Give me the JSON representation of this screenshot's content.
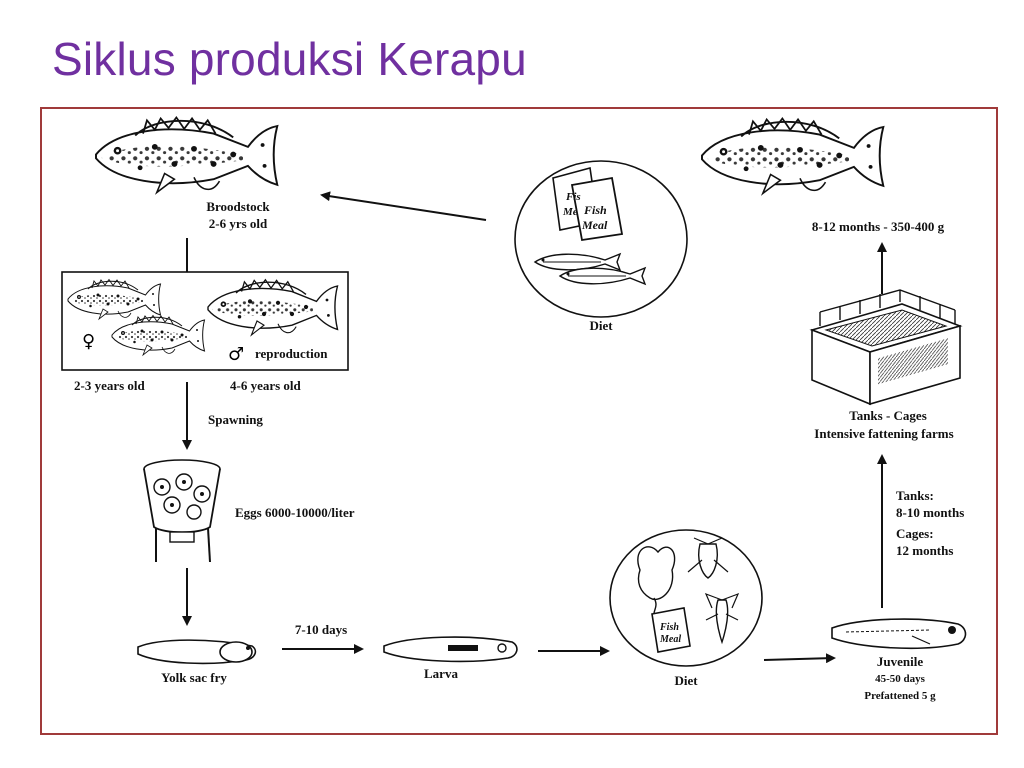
{
  "slide": {
    "title": "Siklus produksi Kerapu"
  },
  "diagram": {
    "broodstock": {
      "name": "Broodstock",
      "age": "2-6 yrs old"
    },
    "reproduction": {
      "female_symbol": "♀",
      "male_symbol": "♂",
      "label": "reproduction",
      "female_age": "2-3 years old",
      "male_age": "4-6 years old"
    },
    "spawning": "Spawning",
    "eggs": "Eggs 6000-10000/liter",
    "yolk_sac_fry": "Yolk sac fry",
    "days_7_10": "7-10 days",
    "larva": "Larva",
    "diet_live": {
      "label": "Diet",
      "bag_line1": "Fish",
      "bag_line2": "Meal"
    },
    "juvenile": {
      "name": "Juvenile",
      "days": "45-50 days",
      "weight": "Prefattened 5 g"
    },
    "grow_out_time": {
      "tanks_label": "Tanks:",
      "tanks_months": "8-10 months",
      "cages_label": "Cages:",
      "cages_months": "12 months"
    },
    "farm": {
      "line1": "Tanks - Cages",
      "line2": "Intensive fattening farms"
    },
    "market": "8-12 months - 350-400 g",
    "diet_fishmeal": {
      "label": "Diet",
      "bag1_line1": "Fis",
      "bag1_line2": "Me",
      "bag2_line1": "Fish",
      "bag2_line2": "Meal"
    }
  }
}
